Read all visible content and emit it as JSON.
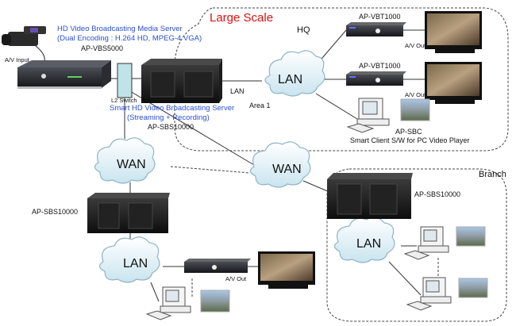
{
  "title": "Large Scale",
  "regions": {
    "hq": "HQ",
    "branch": "Branch",
    "area": "Area 1"
  },
  "devices": {
    "camera_label": "A/V Input",
    "media_server": {
      "title_line1": "HD Video Broadcasting Media Server",
      "title_line2": "(Dual Encoding : H.264 HD, MPEG-4 VGA)",
      "model": "AP-VBS5000"
    },
    "switch_label": "L2 Switch",
    "smart_server": {
      "title_line1": "Smart HD Video Broadcasting Server",
      "title_line2": "(Streaming + Recording)",
      "model": "AP-SBS10000"
    },
    "link_label": "LAN",
    "hq_decoder_1": "AP-VBT1000",
    "hq_decoder_2": "AP-VBT1000",
    "av_out_1": "A/V Out",
    "av_out_2": "A/V Out",
    "client": {
      "model": "AP-SBC",
      "desc": "Smart Client S/W for PC Video Player"
    },
    "left_server": "AP-SBS10000",
    "branch_server": "AP-SBS10000",
    "av_out_bottom": "A/V Out"
  },
  "clouds": {
    "hq_lan": "LAN",
    "wan_left": "WAN",
    "wan_center": "WAN",
    "lan_left": "LAN",
    "lan_branch": "LAN"
  },
  "colors": {
    "title": "#e01010",
    "blue_text": "#2a4fd6",
    "cloud_fill": "#d6ecf3",
    "cloud_stroke": "#8fb4c6",
    "switch_fill": "#bfe3e6"
  }
}
